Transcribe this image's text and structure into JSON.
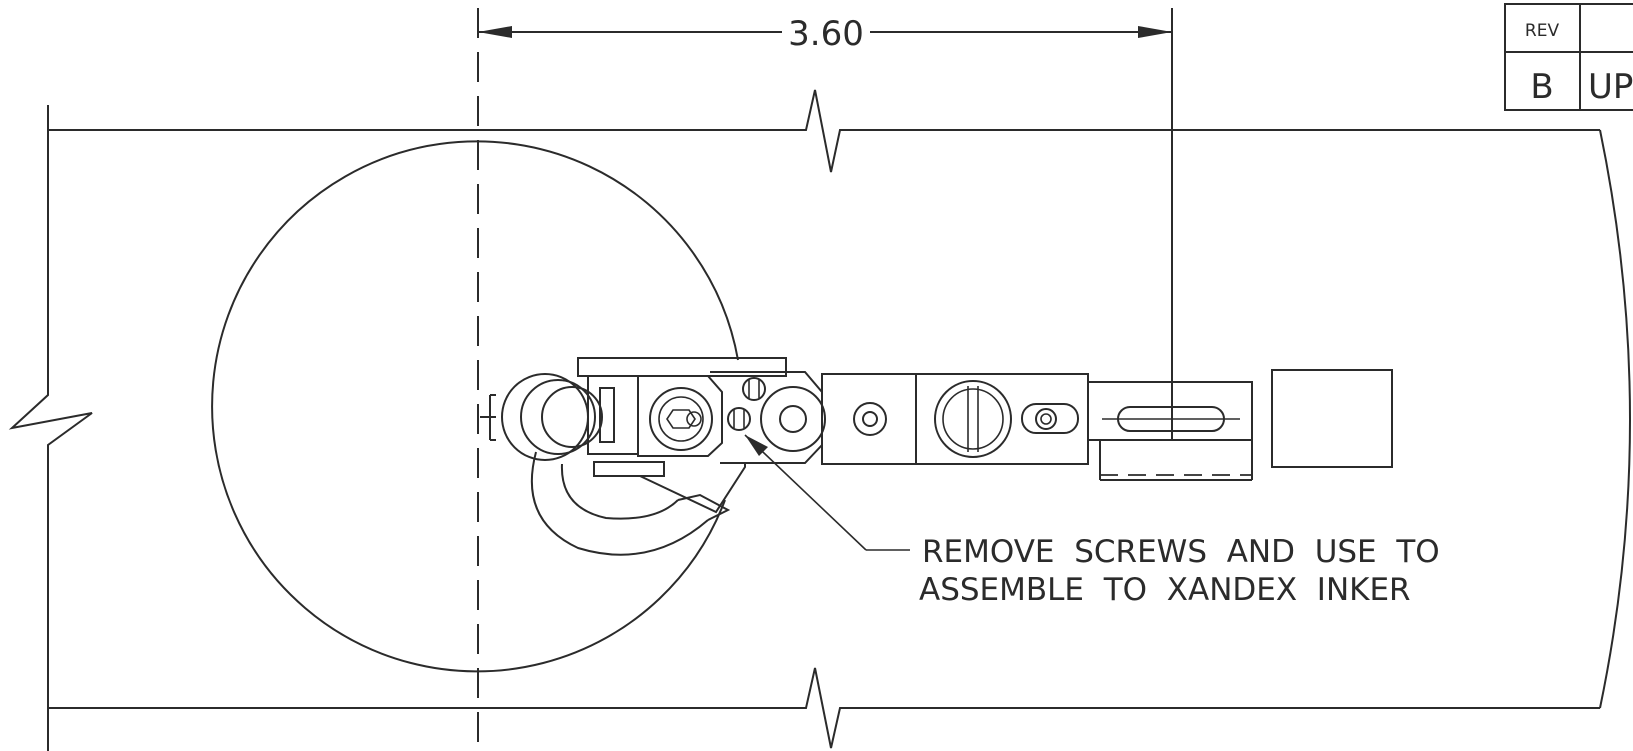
{
  "dimension": {
    "value": "3.60"
  },
  "note": {
    "line1": "REMOVE  SCREWS  AND  USE  TO",
    "line2": "ASSEMBLE  TO  XANDEX  INKER"
  },
  "revision_block": {
    "header": "REV",
    "rev": "B",
    "desc_partial": "UP"
  },
  "colors": {
    "ink": "#2b2b2b",
    "paper": "#ffffff"
  }
}
